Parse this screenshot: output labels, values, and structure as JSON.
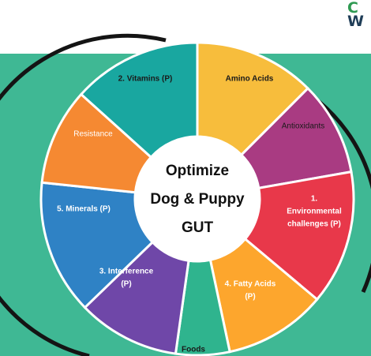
{
  "brand": {
    "line1": "C",
    "line2": "W"
  },
  "center": {
    "lines": [
      "Optimize",
      "Dog & Puppy",
      "GUT"
    ]
  },
  "segments": [
    {
      "key": "amino",
      "lines": [
        "Amino Acids"
      ],
      "color": "#f7bd3c",
      "text": "dark"
    },
    {
      "key": "antioxidants",
      "lines": [
        "Antioxidants"
      ],
      "color": "#a93b82",
      "text": "light"
    },
    {
      "key": "environmental",
      "lines": [
        "1.",
        "Environmental",
        "challenges (P)"
      ],
      "color": "#e8384a",
      "text": "white"
    },
    {
      "key": "fatty-acids",
      "lines": [
        "4. Fatty Acids",
        "(P)"
      ],
      "color": "#fda62d",
      "text": "white"
    },
    {
      "key": "foods",
      "lines": [
        "Foods"
      ],
      "color": "#2fb48e",
      "text": "dark"
    },
    {
      "key": "interference",
      "lines": [
        "3. Interference",
        "(P)"
      ],
      "color": "#6f47a8",
      "text": "white"
    },
    {
      "key": "minerals",
      "lines": [
        "5. Minerals (P)"
      ],
      "color": "#2f82c5",
      "text": "white"
    },
    {
      "key": "resistance",
      "lines": [
        "Resistance"
      ],
      "color": "#f58932",
      "text": "light-white"
    },
    {
      "key": "vitamins",
      "lines": [
        "2. Vitamins (P)"
      ],
      "color": "#19a7a0",
      "text": "dark"
    }
  ]
}
